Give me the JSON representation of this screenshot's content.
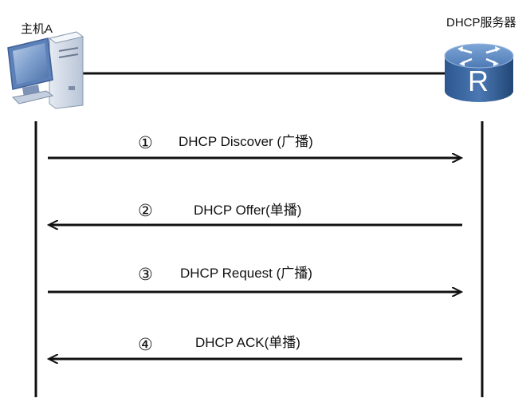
{
  "host": {
    "label": "主机A",
    "icon": "computer-icon"
  },
  "server": {
    "label": "DHCP服务器",
    "icon": "router-icon",
    "badge": "R"
  },
  "messages": [
    {
      "number": "①",
      "text": "DHCP Discover (广播)",
      "direction": "host-to-server"
    },
    {
      "number": "②",
      "text": "DHCP Offer(单播)",
      "direction": "server-to-host"
    },
    {
      "number": "③",
      "text": "DHCP Request (广播)",
      "direction": "host-to-server"
    },
    {
      "number": "④",
      "text": "DHCP ACK(单播)",
      "direction": "server-to-host"
    }
  ],
  "colors": {
    "line": "#111111",
    "router_body": "#2f5d95",
    "router_top": "#5c8bc3",
    "monitor": "#6f93c6"
  }
}
